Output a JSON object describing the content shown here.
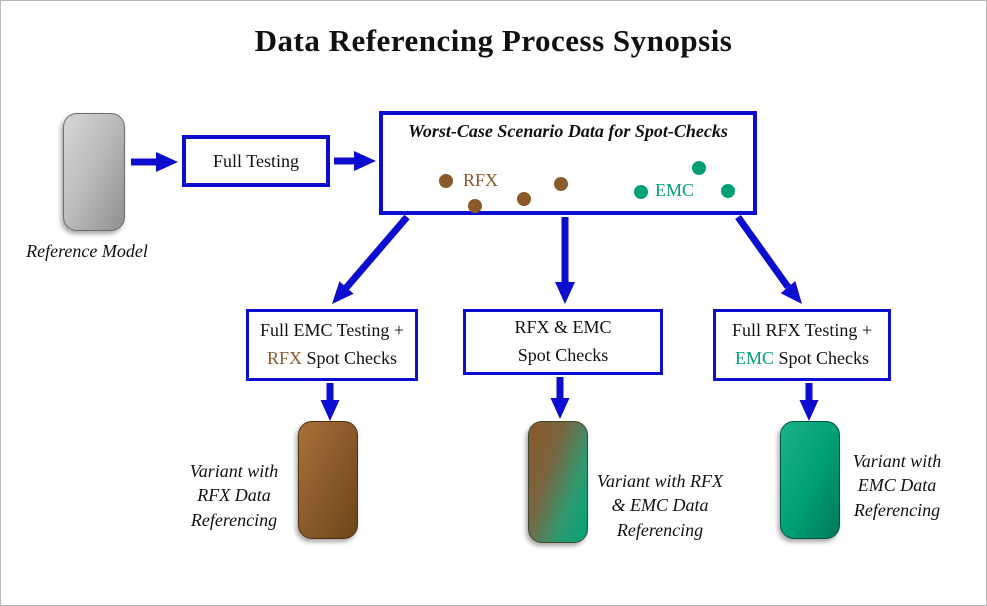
{
  "title": "Data Referencing Process Synopsis",
  "colors": {
    "blue": "#0d0dd0",
    "brown": "#8a5a2b",
    "teal": "#00a175"
  },
  "reference_model": {
    "label": "Reference Model"
  },
  "full_testing_box": {
    "label": "Full Testing"
  },
  "spot_check_box": {
    "title": "Worst-Case Scenario Data for Spot-Checks",
    "rfx_label": "RFX",
    "emc_label": "EMC"
  },
  "branch_boxes": [
    {
      "line1": "Full EMC Testing +",
      "highlight": "RFX",
      "line2_rest": " Spot Checks"
    },
    {
      "line1": "RFX & EMC",
      "highlight": "",
      "line2_rest": "Spot Checks"
    },
    {
      "line1": "Full RFX Testing +",
      "highlight": "EMC",
      "line2_rest": " Spot Checks"
    }
  ],
  "variants": [
    {
      "lines": [
        "Variant with",
        "RFX Data",
        "Referencing"
      ]
    },
    {
      "lines": [
        "Variant with RFX",
        "& EMC Data",
        "Referencing"
      ]
    },
    {
      "lines": [
        "Variant with",
        "EMC Data",
        "Referencing"
      ]
    }
  ]
}
